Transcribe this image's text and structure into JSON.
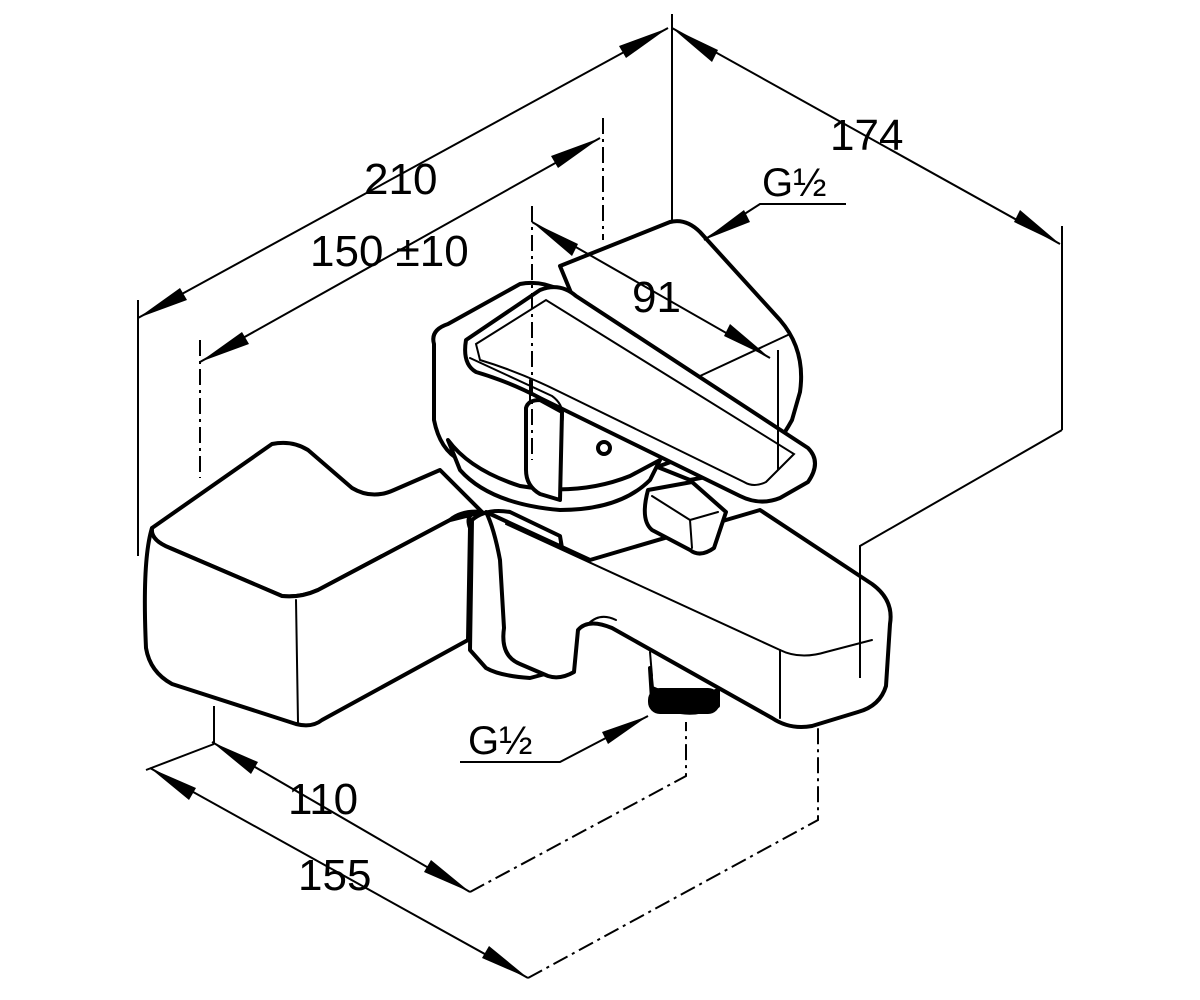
{
  "dimensions": {
    "d210": "210",
    "d150": "150 ±10",
    "d91": "91",
    "d174": "174",
    "d110": "110",
    "d155": "155"
  },
  "threads": {
    "top": "G½",
    "bottom": "G½"
  }
}
